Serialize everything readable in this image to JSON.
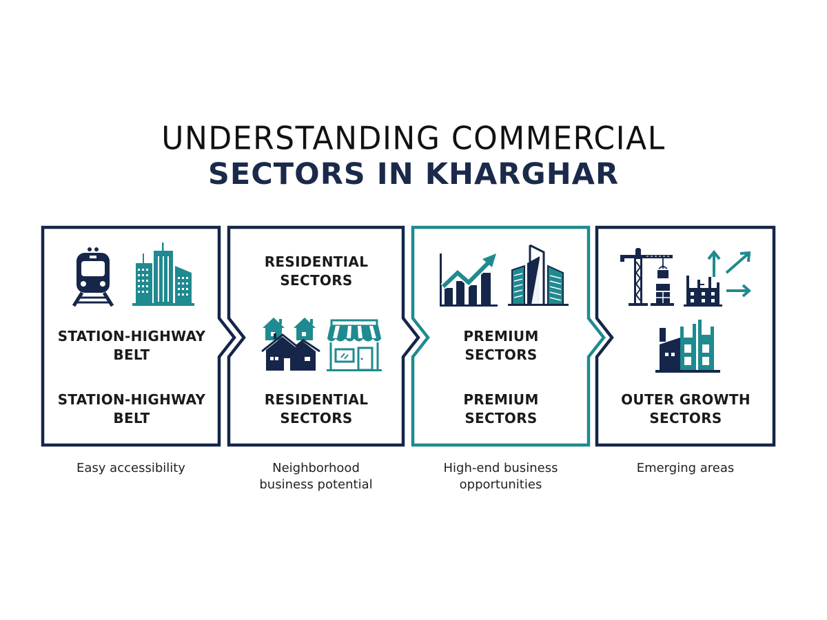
{
  "title": {
    "line1": "UNDERSTANDING COMMERCIAL",
    "line2": "SECTORS IN KHARGHAR"
  },
  "colors": {
    "navy": "#16264a",
    "teal": "#1f8a8f",
    "text": "#1a1a1a"
  },
  "sectors": [
    {
      "name": "Station-Highway Belt",
      "icons": [
        "train-icon",
        "city-buildings-icon"
      ],
      "label_top": "",
      "label_mid": "STATION-HIGHWAY\nBELT",
      "label_mid_line1": "STATION-HIGHWAY",
      "label_mid_line2": "BELT",
      "label_bottom_line1": "STATION-HIGHWAY",
      "label_bottom_line2": "BELT",
      "caption_line1": "Easy accessibility",
      "caption_line2": "",
      "border_color": "#16264a"
    },
    {
      "name": "Residential Sectors",
      "icons": [
        "houses-icon",
        "storefront-icon"
      ],
      "label_top_line1": "RESIDENTIAL",
      "label_top_line2": "SECTORS",
      "label_bottom_line1": "RESIDENTIAL",
      "label_bottom_line2": "SECTORS",
      "caption_line1": "Neighborhood",
      "caption_line2": "business potential",
      "border_color": "#16264a"
    },
    {
      "name": "Premium Sectors",
      "icons": [
        "growth-chart-icon",
        "modern-tower-icon"
      ],
      "label_mid_line1": "PREMIUM",
      "label_mid_line2": "SECTORS",
      "label_bottom_line1": "PREMIUM",
      "label_bottom_line2": "SECTORS",
      "caption_line1": "High-end business",
      "caption_line2": "opportunities",
      "border_color": "#1f8a8f"
    },
    {
      "name": "Outer Growth Sectors",
      "icons": [
        "crane-icon",
        "expansion-arrows-icon",
        "developing-buildings-icon"
      ],
      "label_bottom_line1": "OUTER GROWTH",
      "label_bottom_line2": "SECTORS",
      "caption_line1": "Emerging areas",
      "caption_line2": "",
      "border_color": "#16264a"
    }
  ]
}
